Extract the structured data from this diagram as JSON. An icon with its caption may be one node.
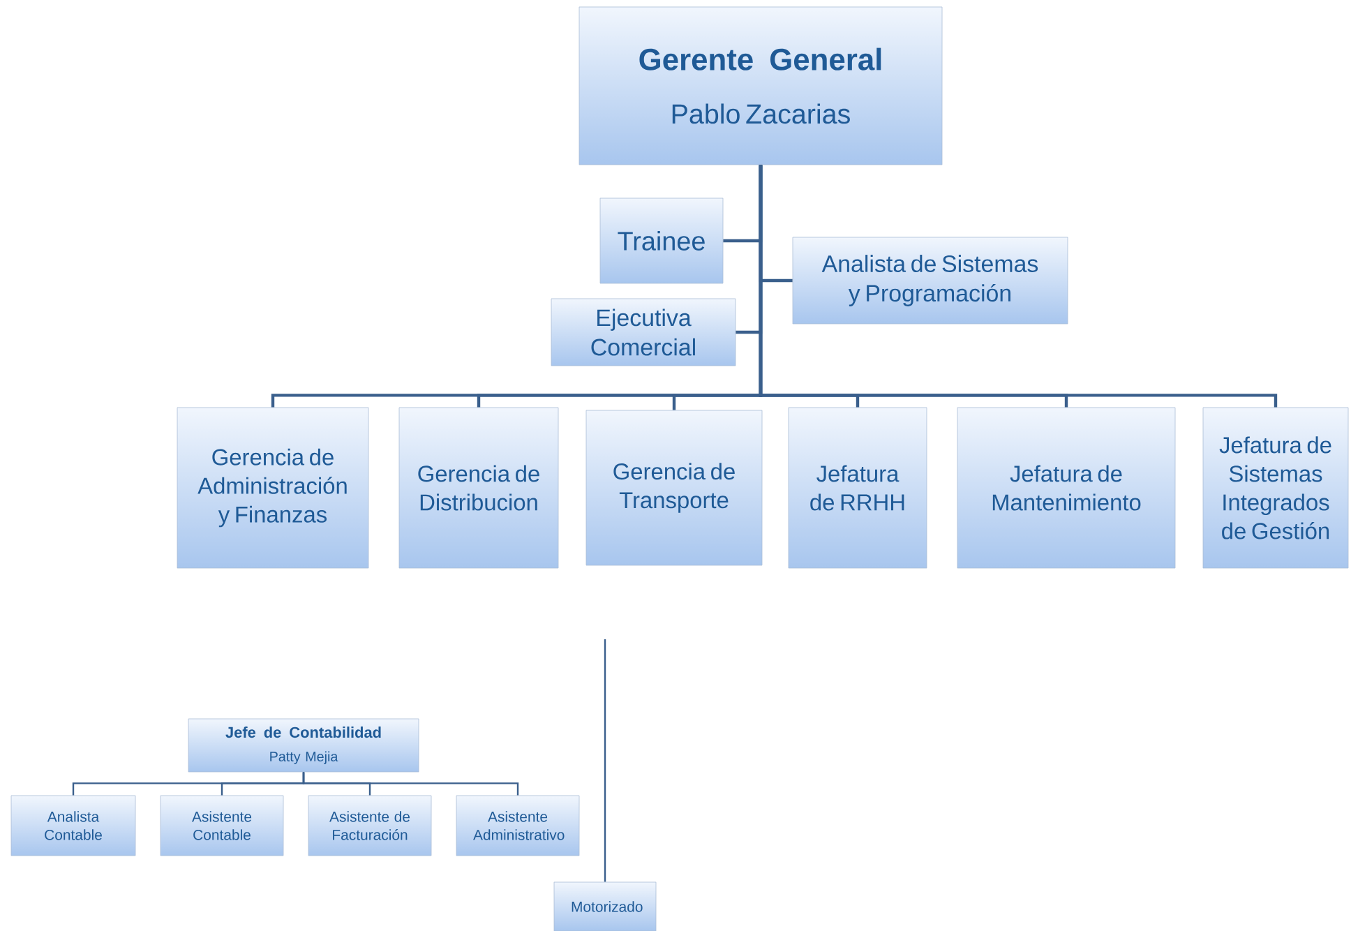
{
  "diagram": {
    "nodes": [
      {
        "text": [
          "Gerente General",
          "Pablo Zacarias"
        ]
      },
      {
        "text": [
          "Trainee"
        ]
      },
      {
        "text": [
          "Analista de Sistemas y Programación"
        ]
      },
      {
        "text": [
          "Ejecutiva Comercial"
        ]
      },
      {
        "text": [
          "Gerencia de Administración y Finanzas"
        ]
      },
      {
        "text": [
          "Gerencia de Distribucion"
        ]
      },
      {
        "text": [
          "Gerencia de Transporte"
        ]
      },
      {
        "text": [
          "Jefatura de RRHH"
        ]
      },
      {
        "text": [
          "Jefatura de Mantenimiento"
        ]
      },
      {
        "text": [
          "Jefatura de Sistemas Integrados de Gestión"
        ]
      },
      {
        "text": [
          "Jefe de Contabilidad",
          "Patty Mejia"
        ]
      },
      {
        "text": [
          "Analista Contable"
        ]
      },
      {
        "text": [
          "Asistente Contable"
        ]
      },
      {
        "text": [
          "Asistente de Facturación"
        ]
      },
      {
        "text": [
          "Asistente Administrativo"
        ]
      },
      {
        "text": [
          "Motorizado"
        ]
      }
    ],
    "edges": [
      {
        "from": 0,
        "to": 1,
        "arrow": "none"
      },
      {
        "from": 0,
        "to": 2,
        "arrow": "none"
      },
      {
        "from": 0,
        "to": 3,
        "arrow": "none"
      },
      {
        "from": 0,
        "to": 4,
        "arrow": "none"
      },
      {
        "from": 0,
        "to": 5,
        "arrow": "none"
      },
      {
        "from": 0,
        "to": 6,
        "arrow": "none"
      },
      {
        "from": 0,
        "to": 7,
        "arrow": "none"
      },
      {
        "from": 0,
        "to": 8,
        "arrow": "none"
      },
      {
        "from": 0,
        "to": 9,
        "arrow": "none"
      },
      {
        "from": 10,
        "to": 11,
        "arrow": "none"
      },
      {
        "from": 10,
        "to": 12,
        "arrow": "none"
      },
      {
        "from": 10,
        "to": 13,
        "arrow": "none"
      },
      {
        "from": 10,
        "to": 14,
        "arrow": "none"
      },
      {
        "from": null,
        "to": 15,
        "arrow": "none"
      }
    ]
  }
}
